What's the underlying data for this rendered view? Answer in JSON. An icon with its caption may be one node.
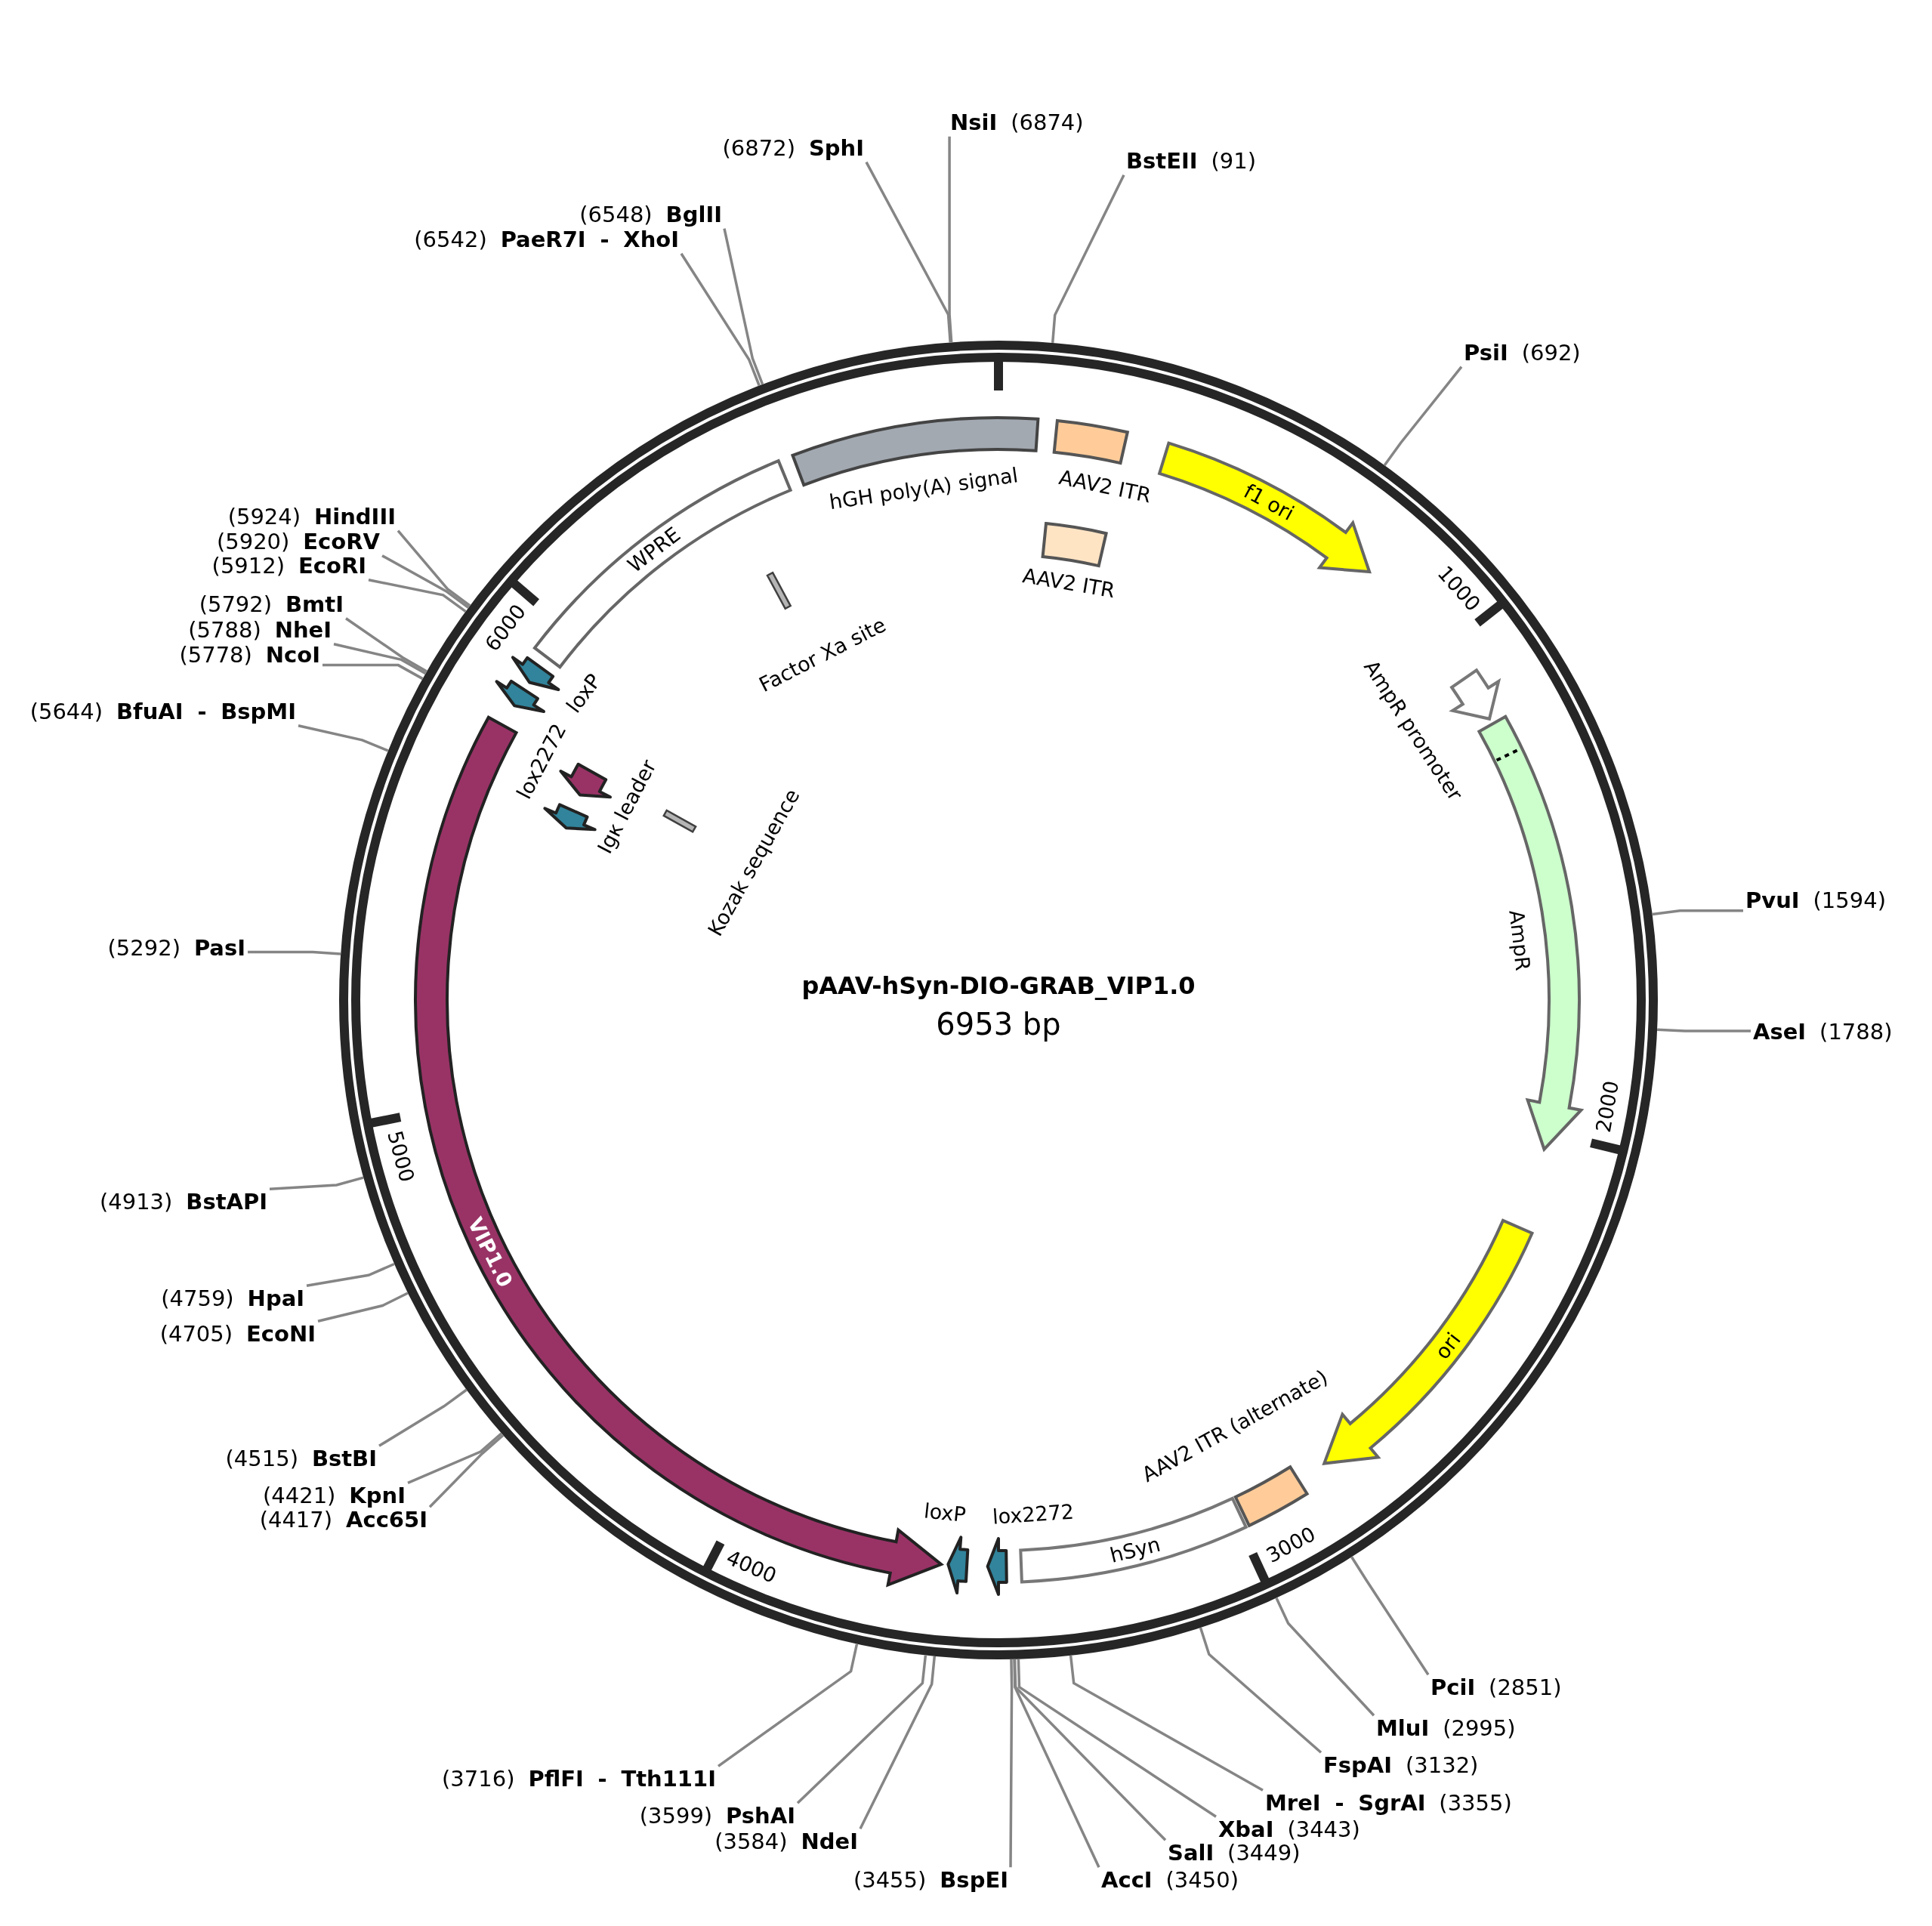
{
  "diagram": {
    "title": "pAAV-hSyn-DIO-GRAB_VIP1.0",
    "nodes": [
      {
        "text": [
          "**NsiI** (6874)"
        ]
      },
      {
        "text": [
          "(6872) **SphI**"
        ]
      },
      {
        "text": [
          "**BstEII** (91)"
        ]
      },
      {
        "text": [
          "(6548) **BglII**"
        ]
      },
      {
        "text": [
          "(6542) **PaeR7I - XhoI**"
        ]
      },
      {
        "text": [
          "**PsiI** (692)"
        ]
      },
      {
        "text": [
          "(5924) **HindIII**"
        ]
      },
      {
        "text": [
          "(5920) **EcoRV**"
        ]
      },
      {
        "text": [
          "(5912) **EcoRI**"
        ]
      },
      {
        "text": [
          "(5792) **BmtI**"
        ]
      },
      {
        "text": [
          "(5788) **NheI**"
        ]
      },
      {
        "text": [
          "(5778) **NcoI**"
        ]
      },
      {
        "text": [
          "(5644) **BfuAI - BspMI**"
        ]
      },
      {
        "text": [
          "**PvuI** (1594)"
        ]
      },
      {
        "text": [
          "(5292) **PasI**"
        ]
      },
      {
        "text": [
          "**AseI** (1788)"
        ]
      },
      {
        "text": [
          "(4913) **BstAPI**"
        ]
      },
      {
        "text": [
          "(4759) **HpaI**"
        ]
      },
      {
        "text": [
          "(4705) **EcoNI**"
        ]
      },
      {
        "text": [
          "(4515) **BstBI**"
        ]
      },
      {
        "text": [
          "(4421) **KpnI**"
        ]
      },
      {
        "text": [
          "(4417) **Acc65I**"
        ]
      },
      {
        "text": [
          "**PciI** (2851)"
        ]
      },
      {
        "text": [
          "**MluI** (2995)"
        ]
      },
      {
        "text": [
          "**FspAI** (3132)"
        ]
      },
      {
        "text": [
          "(3716) **PflFI - Tth111I**"
        ]
      },
      {
        "text": [
          "**MreI - SgrAI** (3355)"
        ]
      },
      {
        "text": [
          "(3599) **PshAI**"
        ]
      },
      {
        "text": [
          "**XbaI** (3443)"
        ]
      },
      {
        "text": [
          "(3584) **NdeI**"
        ]
      },
      {
        "text": [
          "**SalI** (3449)"
        ]
      },
      {
        "text": [
          "(3455) **BspEI**"
        ]
      },
      {
        "text": [
          "**AccI** (3450)"
        ]
      },
      {
        "text": [
          "hGH poly(A) signal"
        ]
      },
      {
        "text": [
          "AAV2 ITR"
        ]
      },
      {
        "text": [
          "f1 ori"
        ]
      },
      {
        "text": [
          "WPRE"
        ]
      },
      {
        "text": [
          "AAV2 ITR"
        ]
      },
      {
        "text": [
          "Factor Xa site"
        ]
      },
      {
        "text": [
          "loxP"
        ]
      },
      {
        "text": [
          "AmpR promoter"
        ]
      },
      {
        "text": [
          "lox2272"
        ]
      },
      {
        "text": [
          "Igκ leader"
        ]
      },
      {
        "text": [],
        "shape": "arrow"
      },
      {
        "text": [
          "Kozak sequence"
        ]
      },
      {
        "text": [
          "AmpR"
        ]
      },
      {
        "text": [
          "VIP1.0"
        ]
      },
      {
        "text": [
          "ori"
        ]
      },
      {
        "text": [
          "AAV2 ITR (alternate)"
        ]
      },
      {
        "text": [
          "hSyn"
        ]
      },
      {
        "text": [
          "loxP"
        ]
      },
      {
        "text": [
          "lox2272"
        ]
      }
    ],
    "edges": [
      {
        "from": 0,
        "to": null,
        "arrow": "none"
      },
      {
        "from": 1,
        "to": null,
        "arrow": "none"
      },
      {
        "from": 2,
        "to": null,
        "arrow": "none"
      },
      {
        "from": 3,
        "to": null,
        "arrow": "none"
      },
      {
        "from": 4,
        "to": null,
        "arrow": "none"
      },
      {
        "from": 5,
        "to": null,
        "arrow": "none"
      },
      {
        "from": 6,
        "to": null,
        "arrow": "none"
      },
      {
        "from": 7,
        "to": null,
        "arrow": "none"
      },
      {
        "from": 8,
        "to": null,
        "arrow": "none"
      },
      {
        "from": 9,
        "to": null,
        "arrow": "none"
      },
      {
        "from": 10,
        "to": null,
        "arrow": "none"
      },
      {
        "from": 11,
        "to": null,
        "arrow": "none"
      },
      {
        "from": 12,
        "to": null,
        "arrow": "none"
      },
      {
        "from": 13,
        "to": null,
        "arrow": "none"
      },
      {
        "from": 14,
        "to": null,
        "arrow": "none"
      },
      {
        "from": 15,
        "to": null,
        "arrow": "none"
      },
      {
        "from": 16,
        "to": null,
        "arrow": "none"
      },
      {
        "from": 17,
        "to": null,
        "arrow": "none"
      },
      {
        "from": 18,
        "to": null,
        "arrow": "none"
      },
      {
        "from": 19,
        "to": null,
        "arrow": "none"
      },
      {
        "from": 20,
        "to": null,
        "arrow": "none"
      },
      {
        "from": 21,
        "to": null,
        "arrow": "none"
      },
      {
        "from": 22,
        "to": null,
        "arrow": "none"
      },
      {
        "from": 23,
        "to": null,
        "arrow": "none"
      },
      {
        "from": 24,
        "to": null,
        "arrow": "none"
      },
      {
        "from": 25,
        "to": null,
        "arrow": "none"
      },
      {
        "from": 26,
        "to": null,
        "arrow": "none"
      },
      {
        "from": 27,
        "to": null,
        "arrow": "none"
      },
      {
        "from": 28,
        "to": null,
        "arrow": "none"
      },
      {
        "from": 29,
        "to": null,
        "arrow": "none"
      },
      {
        "from": 30,
        "to": null,
        "arrow": "none"
      },
      {
        "from": 31,
        "to": null,
        "arrow": "none"
      },
      {
        "from": 32,
        "to": null,
        "arrow": "none"
      }
    ],
    "labels": [
      "1000",
      "2000",
      "3000",
      "4000",
      "5000",
      "6000",
      "6953 bp"
    ]
  }
}
